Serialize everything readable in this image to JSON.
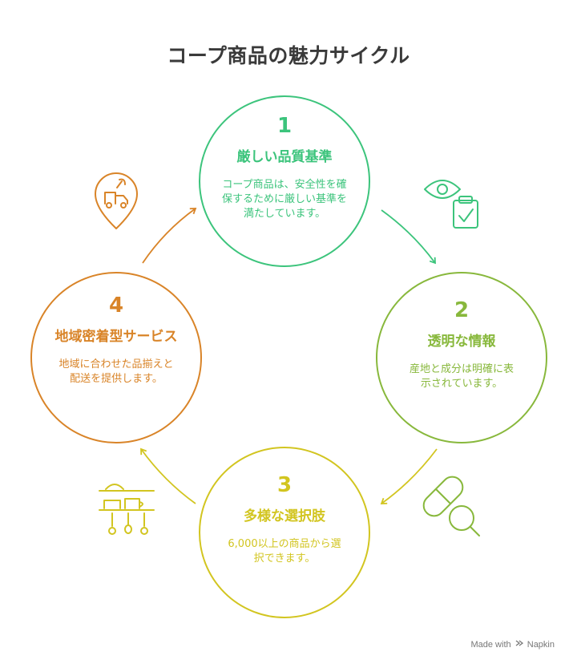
{
  "title": "コープ商品の魅力サイクル",
  "colors": {
    "step1": "#3cc47c",
    "step2": "#88b83c",
    "step3": "#d2c520",
    "step4": "#d98428"
  },
  "steps": [
    {
      "number": "1",
      "heading": "厳しい品質基準",
      "description": "コープ商品は、安全性を確保するために厳しい基準を満たしています。",
      "icon": "eye-clipboard-icon"
    },
    {
      "number": "2",
      "heading": "透明な情報",
      "description": "産地と成分は明確に表示されています。",
      "icon": "pill-magnifier-icon"
    },
    {
      "number": "3",
      "heading": "多様な選択肢",
      "description": "6,000以上の商品から選択できます。",
      "icon": "kitchen-shelf-icon"
    },
    {
      "number": "4",
      "heading": "地域密着型サービス",
      "description": "地域に合わせた品揃えと配送を提供します。",
      "icon": "delivery-truck-pin-icon"
    }
  ],
  "footer": {
    "made_with": "Made with",
    "brand": "Napkin"
  }
}
